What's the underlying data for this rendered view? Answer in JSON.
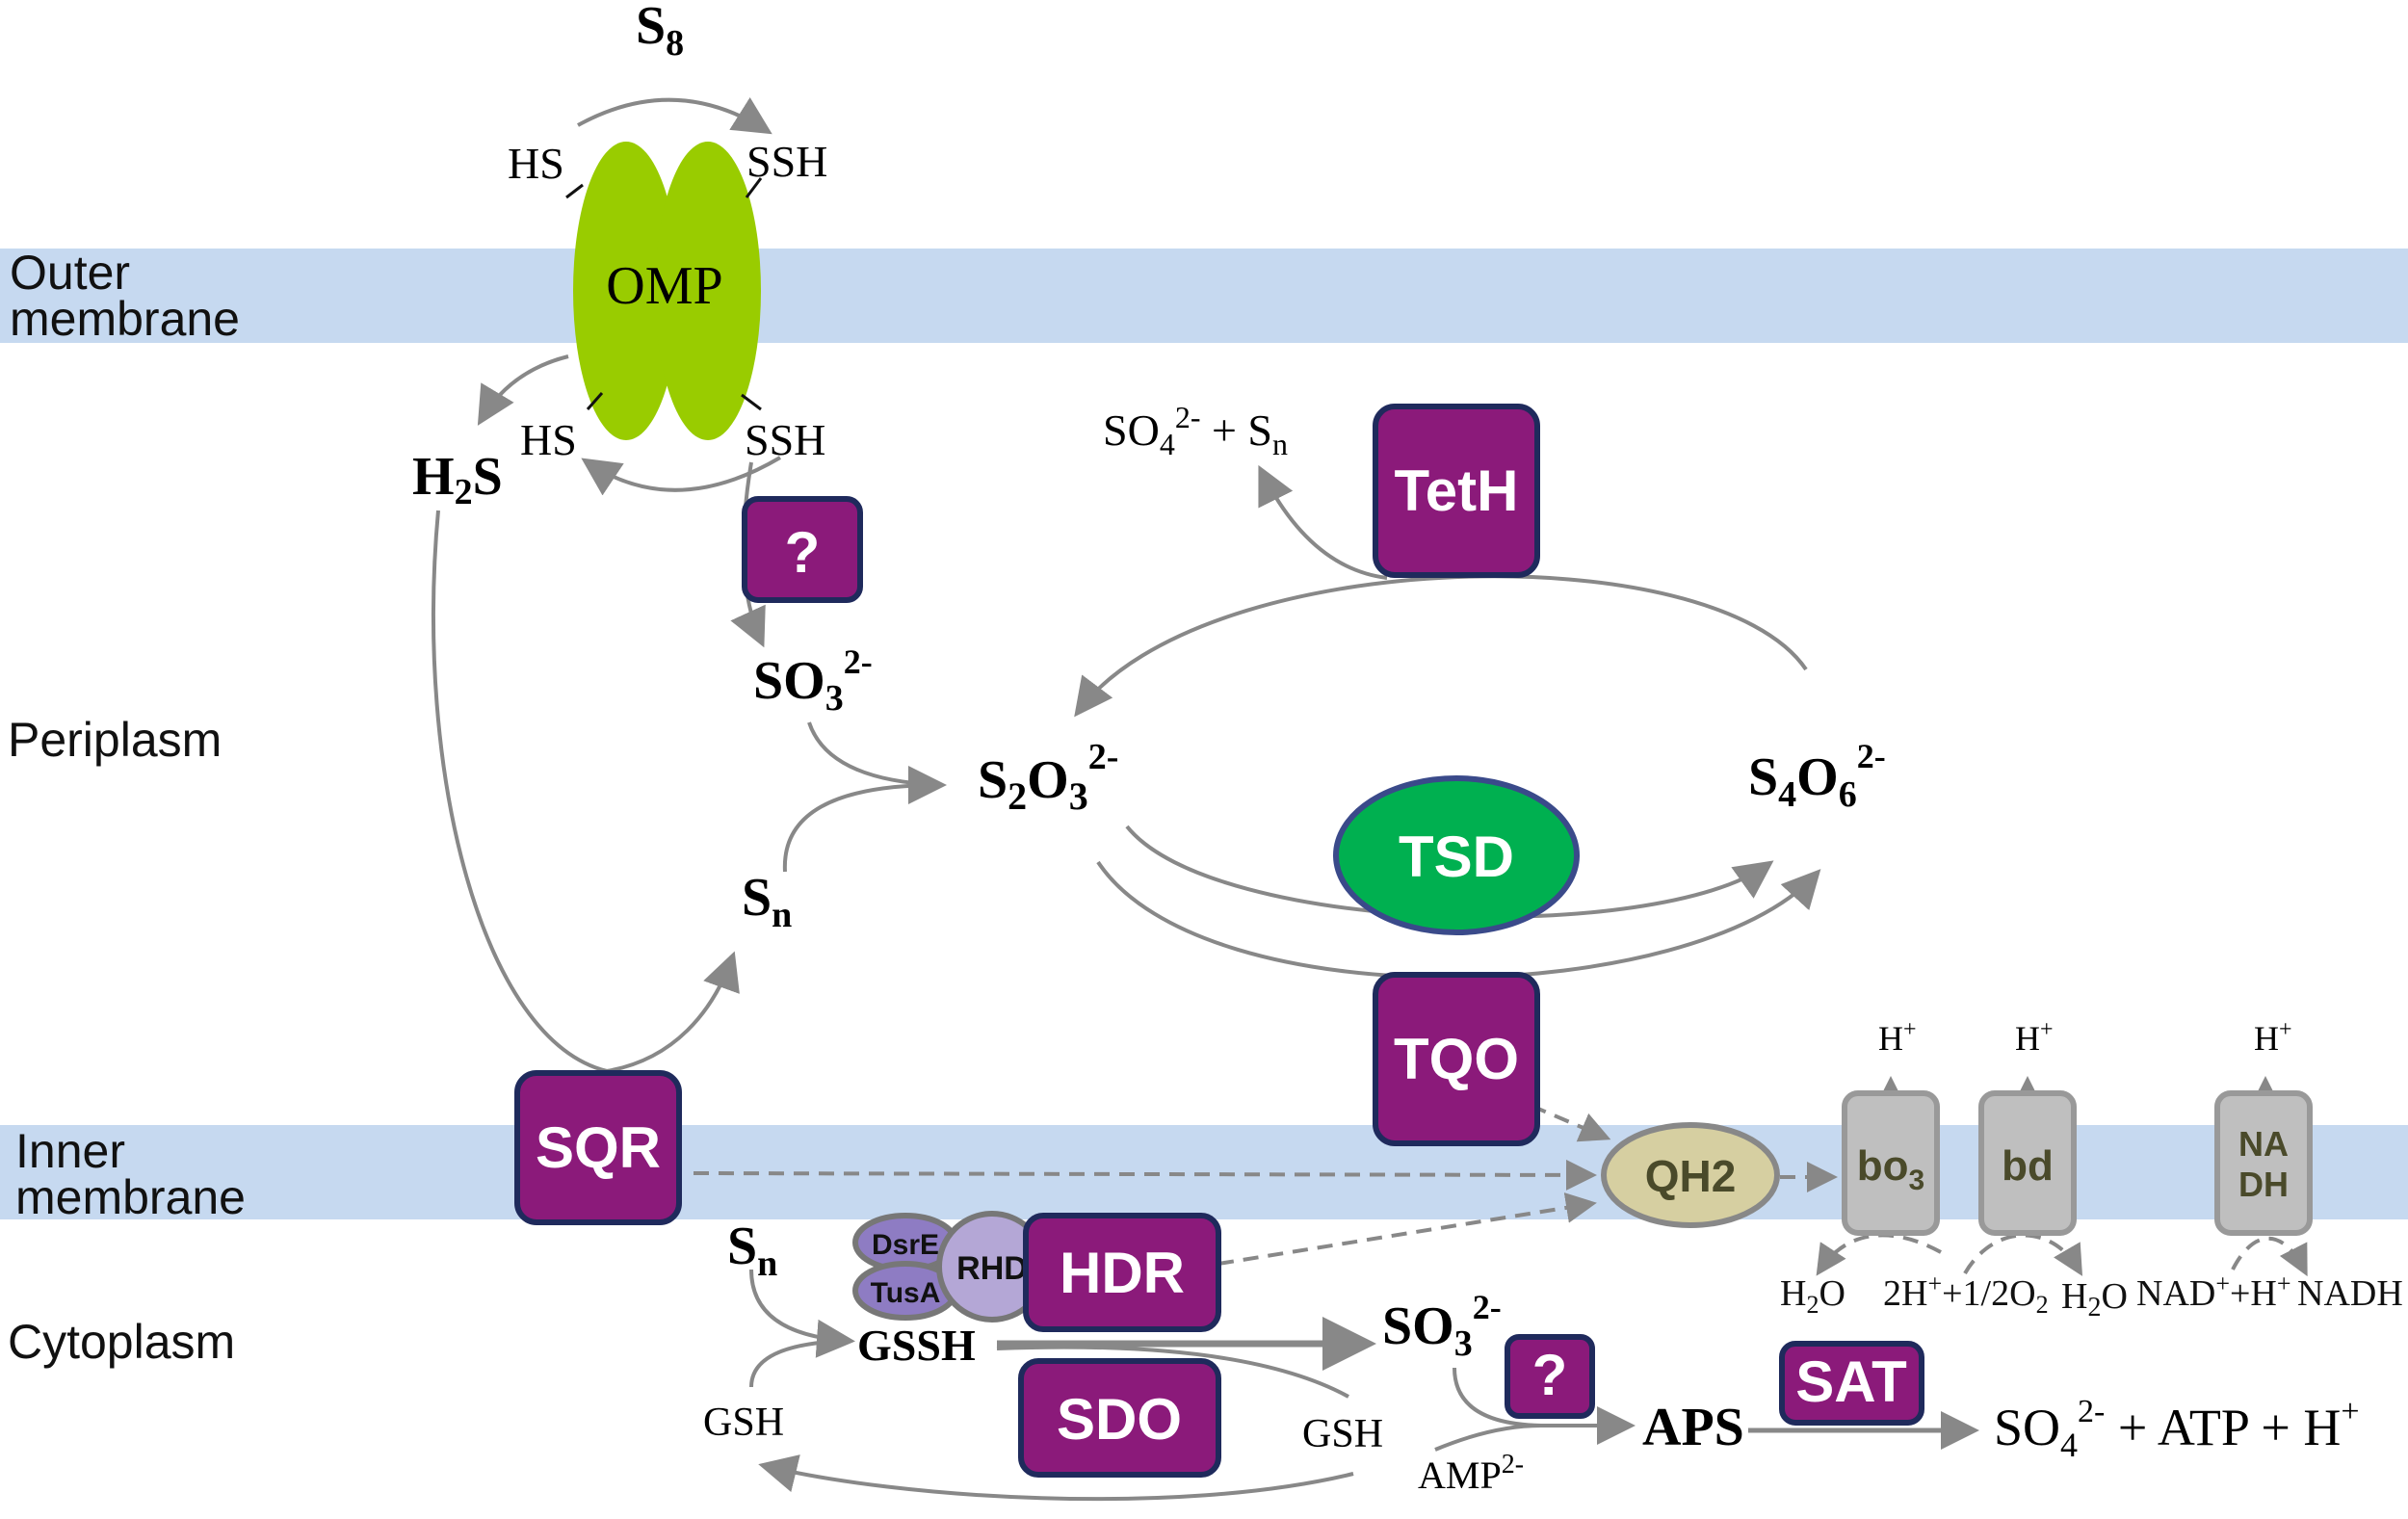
{
  "regions": {
    "outer_membrane": [
      "Outer",
      "membrane"
    ],
    "periplasm": "Periplasm",
    "inner_membrane": [
      "Inner",
      "membrane"
    ],
    "cytoplasm": "Cytoplasm"
  },
  "colors": {
    "membrane_band": "#c6d9f0",
    "enzyme_fill": "#8b1a7a",
    "enzyme_border": "#1f2a5c",
    "omp_fill": "#99cc00",
    "tsd_fill": "#00b050",
    "qh2_fill": "#d6cfa1",
    "complex_fill": "#bfbfbf",
    "rhd_fill": "#b4a7d6",
    "arrow": "#888888"
  },
  "enzymes": {
    "omp": "OMP",
    "tetH": "TetH",
    "tsd": "TSD",
    "tqo": "TQO",
    "sqr": "SQR",
    "hdr": "HDR",
    "sdo": "SDO",
    "sat": "SAT",
    "unknown_periplasm": "?",
    "unknown_cytoplasm": "?",
    "qh2": "QH2",
    "rhd": "RHD",
    "dsrE": "DsrE",
    "tusA": "TusA"
  },
  "complexes": {
    "bo3": "bo",
    "bo3_sub": "3",
    "bd": "bd",
    "nadh": [
      "NA",
      "DH"
    ],
    "h_plus": "H",
    "h_plus_sup": "+"
  },
  "labels": {
    "s8": "S",
    "s8_sub": "8",
    "hs": "HS",
    "ssh": "SSH",
    "h2s": "H",
    "h2s_sub": "2",
    "h2s_tail": "S",
    "so3": "SO",
    "so3_sub": "3",
    "so3_sup": "2-",
    "s2o3": "S",
    "s2o3_sub1": "2",
    "s2o3_mid": "O",
    "s2o3_sub2": "3",
    "s2o3_sup": "2-",
    "s4o6": "S",
    "s4o6_sub1": "4",
    "s4o6_mid": "O",
    "s4o6_sub2": "6",
    "s4o6_sup": "2-",
    "sn": "S",
    "sn_sub": "n",
    "so4_sn": "SO",
    "so4_sub": "4",
    "so4_sup": "2-",
    "so4_sn_tail": " + S",
    "so4_sn_tail_sub": "n",
    "gssh": "GSSH",
    "gsh": "GSH",
    "aps": "APS",
    "amp": "AMP",
    "amp_sup": "2-",
    "final_so4": "SO",
    "final_so4_sub": "4",
    "final_so4_sup": "2-",
    "final_tail": " + ATP + H",
    "final_tail_sup": "+",
    "h2o": "H",
    "h2o_sub": "2",
    "h2o_tail": "O",
    "two_h": "2H",
    "two_h_sup": "+",
    "half_o2": "+1/2O",
    "half_o2_sub": "2",
    "nad": "NAD",
    "nad_sup": "+",
    "nad_h": "+H",
    "nad_h_sup": "+",
    "nadh_product": "NADH"
  }
}
